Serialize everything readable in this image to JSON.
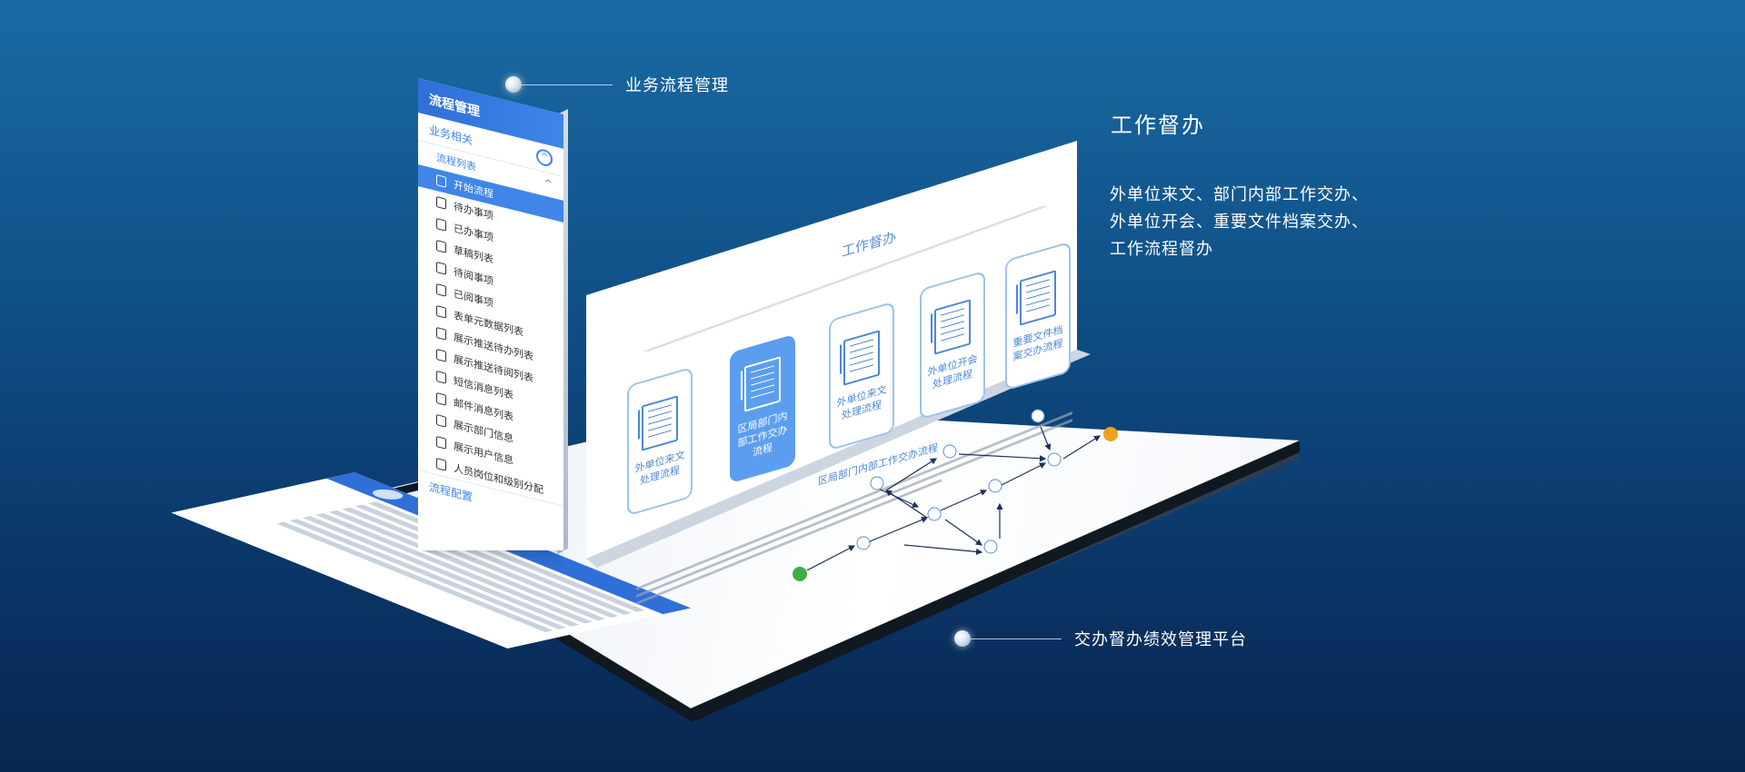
{
  "callouts": {
    "top": "业务流程管理",
    "bottom": "交办督办绩效管理平台"
  },
  "feature": {
    "title": "工作督办",
    "lines": [
      "外单位来文、部门内部工作交办、",
      "外单位开会、重要文件档案交办、",
      "工作流程督办"
    ]
  },
  "panel": {
    "title": "工作督办",
    "cards": [
      {
        "label": "外单位来文处理流程"
      },
      {
        "label": "区局部门内部工作交办流程"
      },
      {
        "label": "外单位来文处理流程"
      },
      {
        "label": "外单位开会处理流程"
      },
      {
        "label": "重要文件档案交办流程"
      }
    ],
    "flow_caption": "区局部门内部工作交办流程"
  },
  "menu": {
    "header": "流程管理",
    "sub": "业务相关",
    "group": "流程列表",
    "items": [
      {
        "label": "开始流程",
        "active": true
      },
      {
        "label": "待办事项"
      },
      {
        "label": "已办事项"
      },
      {
        "label": "草稿列表"
      },
      {
        "label": "待阅事项"
      },
      {
        "label": "已阅事项"
      },
      {
        "label": "表单元数据列表"
      },
      {
        "label": "展示推送待办列表"
      },
      {
        "label": "展示推送待阅列表"
      },
      {
        "label": "短信消息列表"
      },
      {
        "label": "邮件消息列表"
      },
      {
        "label": "展示部门信息"
      },
      {
        "label": "展示用户信息"
      },
      {
        "label": "人员岗位和级别分配"
      }
    ],
    "footer": "流程配置"
  },
  "colors": {
    "accent": "#3f86e8",
    "card_active": "#5b9ef0",
    "end_node": "#f0a020",
    "start_node": "#3cb043"
  },
  "icons": [
    "document-icon",
    "chevron-up-icon",
    "list-icon"
  ]
}
